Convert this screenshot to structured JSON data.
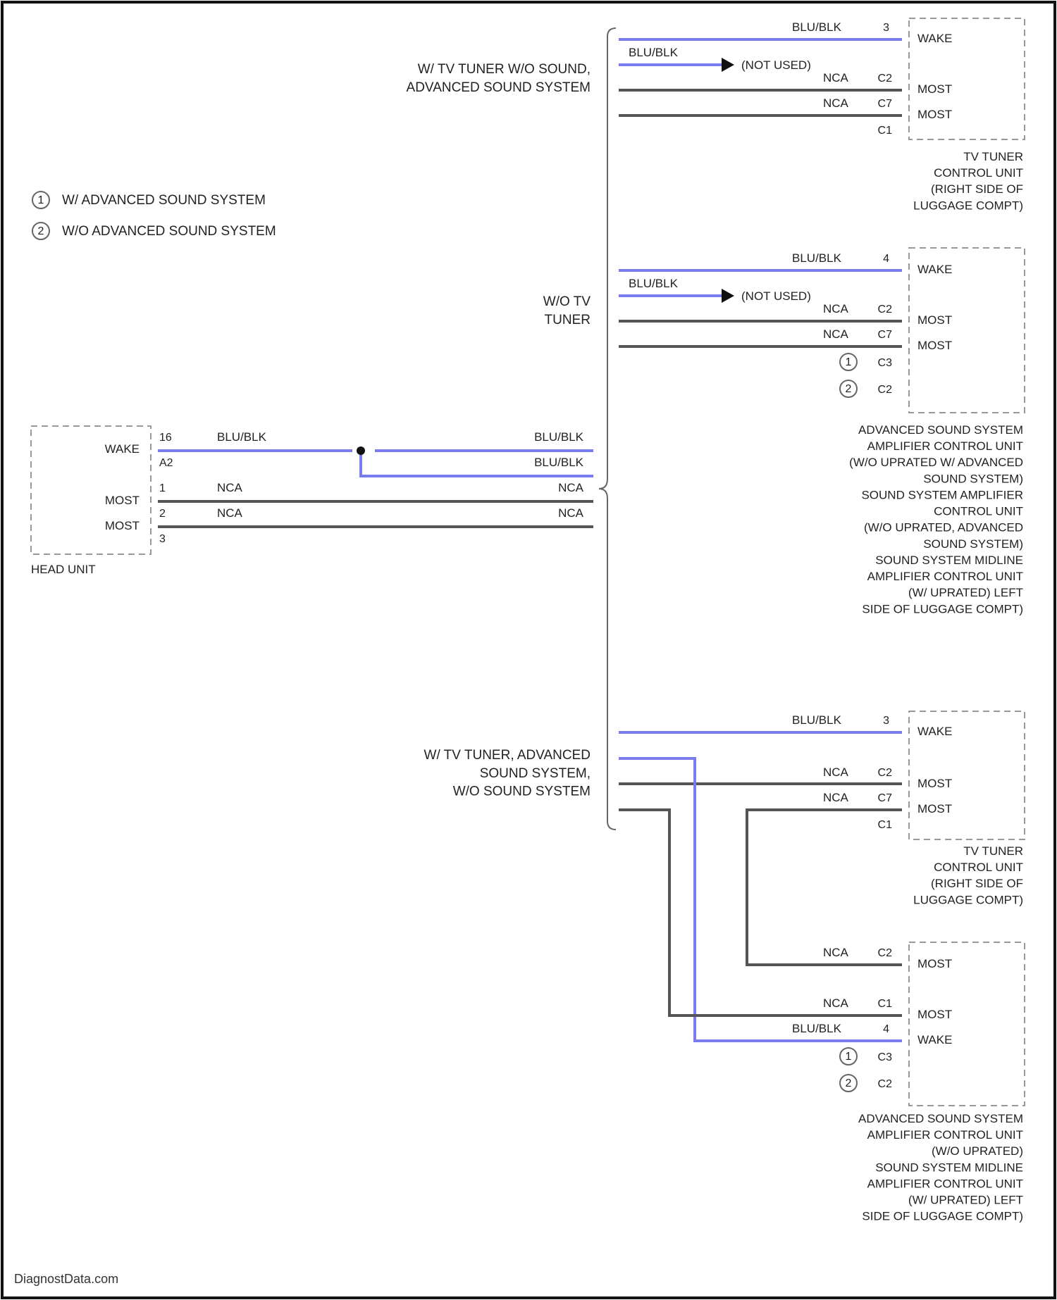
{
  "colors": {
    "blue_wire": "#7b7bf0",
    "grey_wire": "#555555",
    "box_dash": "#999999",
    "text": "#222222"
  },
  "legend": {
    "item1": {
      "symbol": "1",
      "text": "W/ ADVANCED SOUND SYSTEM"
    },
    "item2": {
      "symbol": "2",
      "text": "W/O ADVANCED SOUND SYSTEM"
    }
  },
  "head_unit": {
    "title": "HEAD UNIT",
    "pins": {
      "wake": {
        "label": "WAKE",
        "num": "16"
      },
      "a2": {
        "num": "A2"
      },
      "most1": {
        "label": "MOST",
        "num": "1"
      },
      "most2": {
        "label": "MOST",
        "num": "2"
      },
      "p3": {
        "num": "3"
      }
    },
    "wires": {
      "wake_color": "BLU/BLK",
      "most1_color": "NCA",
      "most2_color": "NCA",
      "out1": "BLU/BLK",
      "out2": "BLU/BLK",
      "out3": "NCA",
      "out4": "NCA"
    }
  },
  "variants": {
    "v1": "W/ TV TUNER W/O SOUND,\nADVANCED SOUND SYSTEM",
    "v2": "W/O TV\nTUNER",
    "v3": "W/ TV TUNER, ADVANCED\nSOUND SYSTEM,\nW/O SOUND SYSTEM"
  },
  "modules": {
    "m1": {
      "pins": {
        "wake_label": "WAKE",
        "wake_num": "3",
        "most1_label": "MOST",
        "most1_num": "C2",
        "most2_label": "MOST",
        "most2_num": "C7",
        "c1": "C1"
      },
      "wire_wake": "BLU/BLK",
      "wire_branch": "BLU/BLK",
      "not_used": "(NOT USED)",
      "wire_most1": "NCA",
      "wire_most2": "NCA",
      "caption": "TV TUNER\nCONTROL UNIT\n(RIGHT SIDE OF\nLUGGAGE COMPT)"
    },
    "m2": {
      "pins": {
        "wake_label": "WAKE",
        "wake_num": "4",
        "most1_label": "MOST",
        "most1_num": "C2",
        "most2_label": "MOST",
        "most2_num": "C7",
        "c3": "C3",
        "c3_sym": "1",
        "c2": "C2",
        "c2_sym": "2"
      },
      "wire_wake": "BLU/BLK",
      "wire_branch": "BLU/BLK",
      "not_used": "(NOT USED)",
      "wire_most1": "NCA",
      "wire_most2": "NCA",
      "caption": "ADVANCED SOUND SYSTEM\nAMPLIFIER CONTROL UNIT\n(W/O UPRATED W/ ADVANCED\nSOUND SYSTEM)\nSOUND SYSTEM AMPLIFIER\nCONTROL UNIT\n(W/O UPRATED, ADVANCED\nSOUND SYSTEM)\nSOUND SYSTEM MIDLINE\nAMPLIFIER CONTROL UNIT\n(W/ UPRATED) LEFT\nSIDE OF LUGGAGE COMPT)"
    },
    "m3": {
      "pins": {
        "wake_label": "WAKE",
        "wake_num": "3",
        "most1_label": "MOST",
        "most1_num": "C2",
        "most2_label": "MOST",
        "most2_num": "C7",
        "c1": "C1"
      },
      "wire_wake": "BLU/BLK",
      "wire_most1": "NCA",
      "wire_most2": "NCA",
      "caption": "TV TUNER\nCONTROL UNIT\n(RIGHT SIDE OF\nLUGGAGE COMPT)"
    },
    "m4": {
      "pins": {
        "most1_label": "MOST",
        "most1_num": "C2",
        "most2_label": "MOST",
        "most2_num": "C1",
        "wake_label": "WAKE",
        "wake_num": "4",
        "c3": "C3",
        "c3_sym": "1",
        "c2": "C2",
        "c2_sym": "2"
      },
      "wire_most1": "NCA",
      "wire_most2": "NCA",
      "wire_wake": "BLU/BLK",
      "caption": "ADVANCED SOUND SYSTEM\nAMPLIFIER CONTROL UNIT\n(W/O UPRATED)\nSOUND SYSTEM MIDLINE\nAMPLIFIER CONTROL UNIT\n(W/ UPRATED) LEFT\nSIDE OF LUGGAGE COMPT)"
    }
  },
  "watermark": "DiagnostData.com"
}
